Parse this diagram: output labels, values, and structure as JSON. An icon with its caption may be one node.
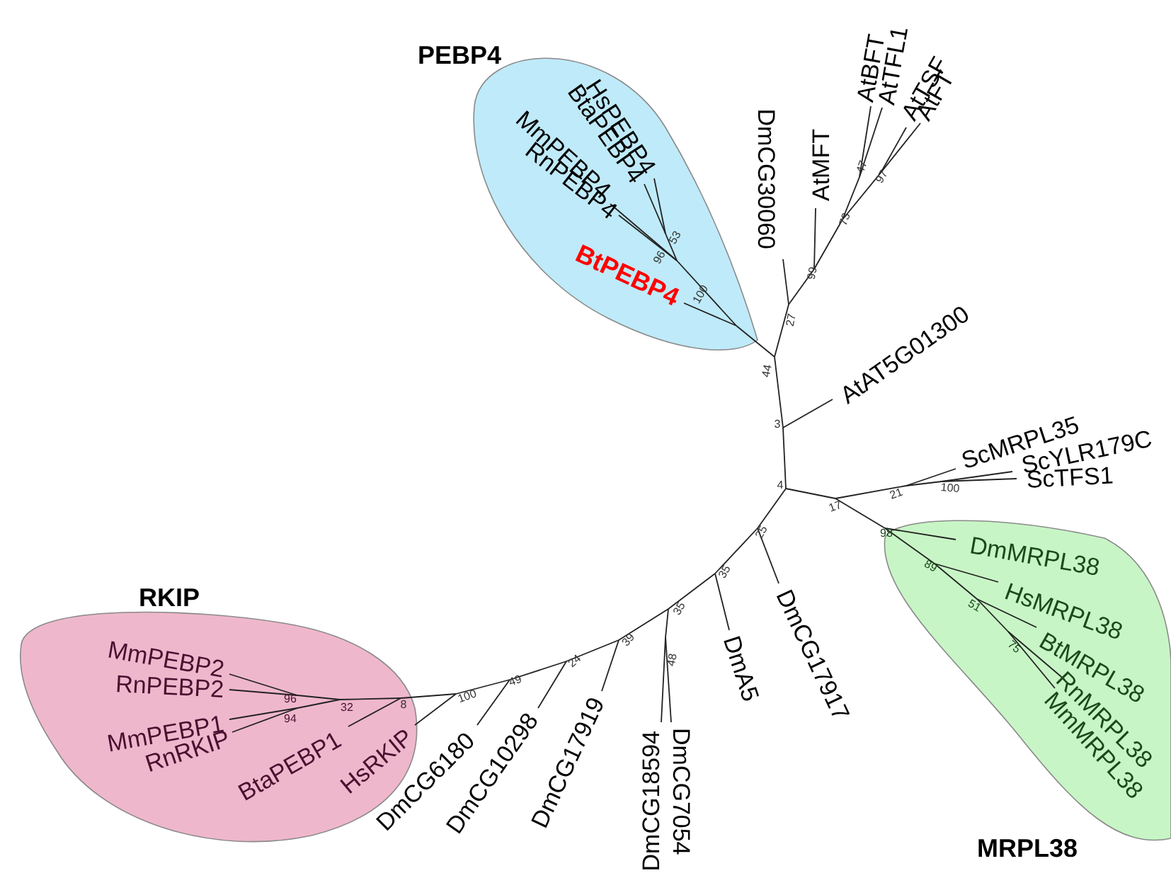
{
  "diagram": {
    "nodes": [
      {
        "text": [
          "PEBP4",
          "HsPEBP4",
          "BtaPEBP4",
          "MmPEBP4",
          "RnPEBP4",
          "BtPEBP4",
          "53",
          "96",
          "100"
        ]
      },
      {
        "text": [
          "RKIP",
          "MmPEBP2",
          "RnPEBP2",
          "MmPEBP1",
          "RnRKIP",
          "BtaPEBP1",
          "HsRKIP",
          "96",
          "94",
          "32"
        ]
      },
      {
        "text": [
          "MRPL38",
          "DmMRPL38",
          "HsMRPL38",
          "BtMRPL38",
          "RnMRPL38",
          "MmMRPL38",
          "98",
          "89",
          "51",
          "75"
        ]
      }
    ],
    "labels": [
      "AtBFT",
      "AtTFL1",
      "AtTSF",
      "AtFT",
      "DmCG30060",
      "AtMFT",
      "47",
      "97",
      "73",
      "99",
      "27",
      "AtAT5G01300",
      "44",
      "3",
      "ScMRPL35",
      "ScYLR179C",
      "ScTFS1",
      "4",
      "21",
      "100",
      "17",
      "25",
      "DmCG17917",
      "35",
      "DmA5",
      "35",
      "48",
      "39",
      "24",
      "49",
      "100",
      "8",
      "DmCG6180",
      "DmCG10298",
      "DmCG17919",
      "DmCG18594",
      "DmCG7054"
    ]
  }
}
